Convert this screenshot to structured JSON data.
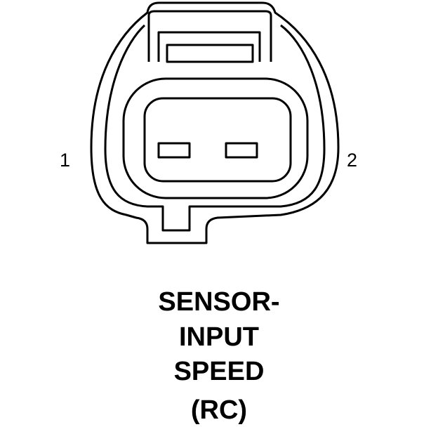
{
  "connector": {
    "pin_labels": [
      "1",
      "2"
    ]
  },
  "title": {
    "line1": "SENSOR-",
    "line2": "INPUT",
    "line3": "SPEED",
    "line4": "(RC)"
  }
}
